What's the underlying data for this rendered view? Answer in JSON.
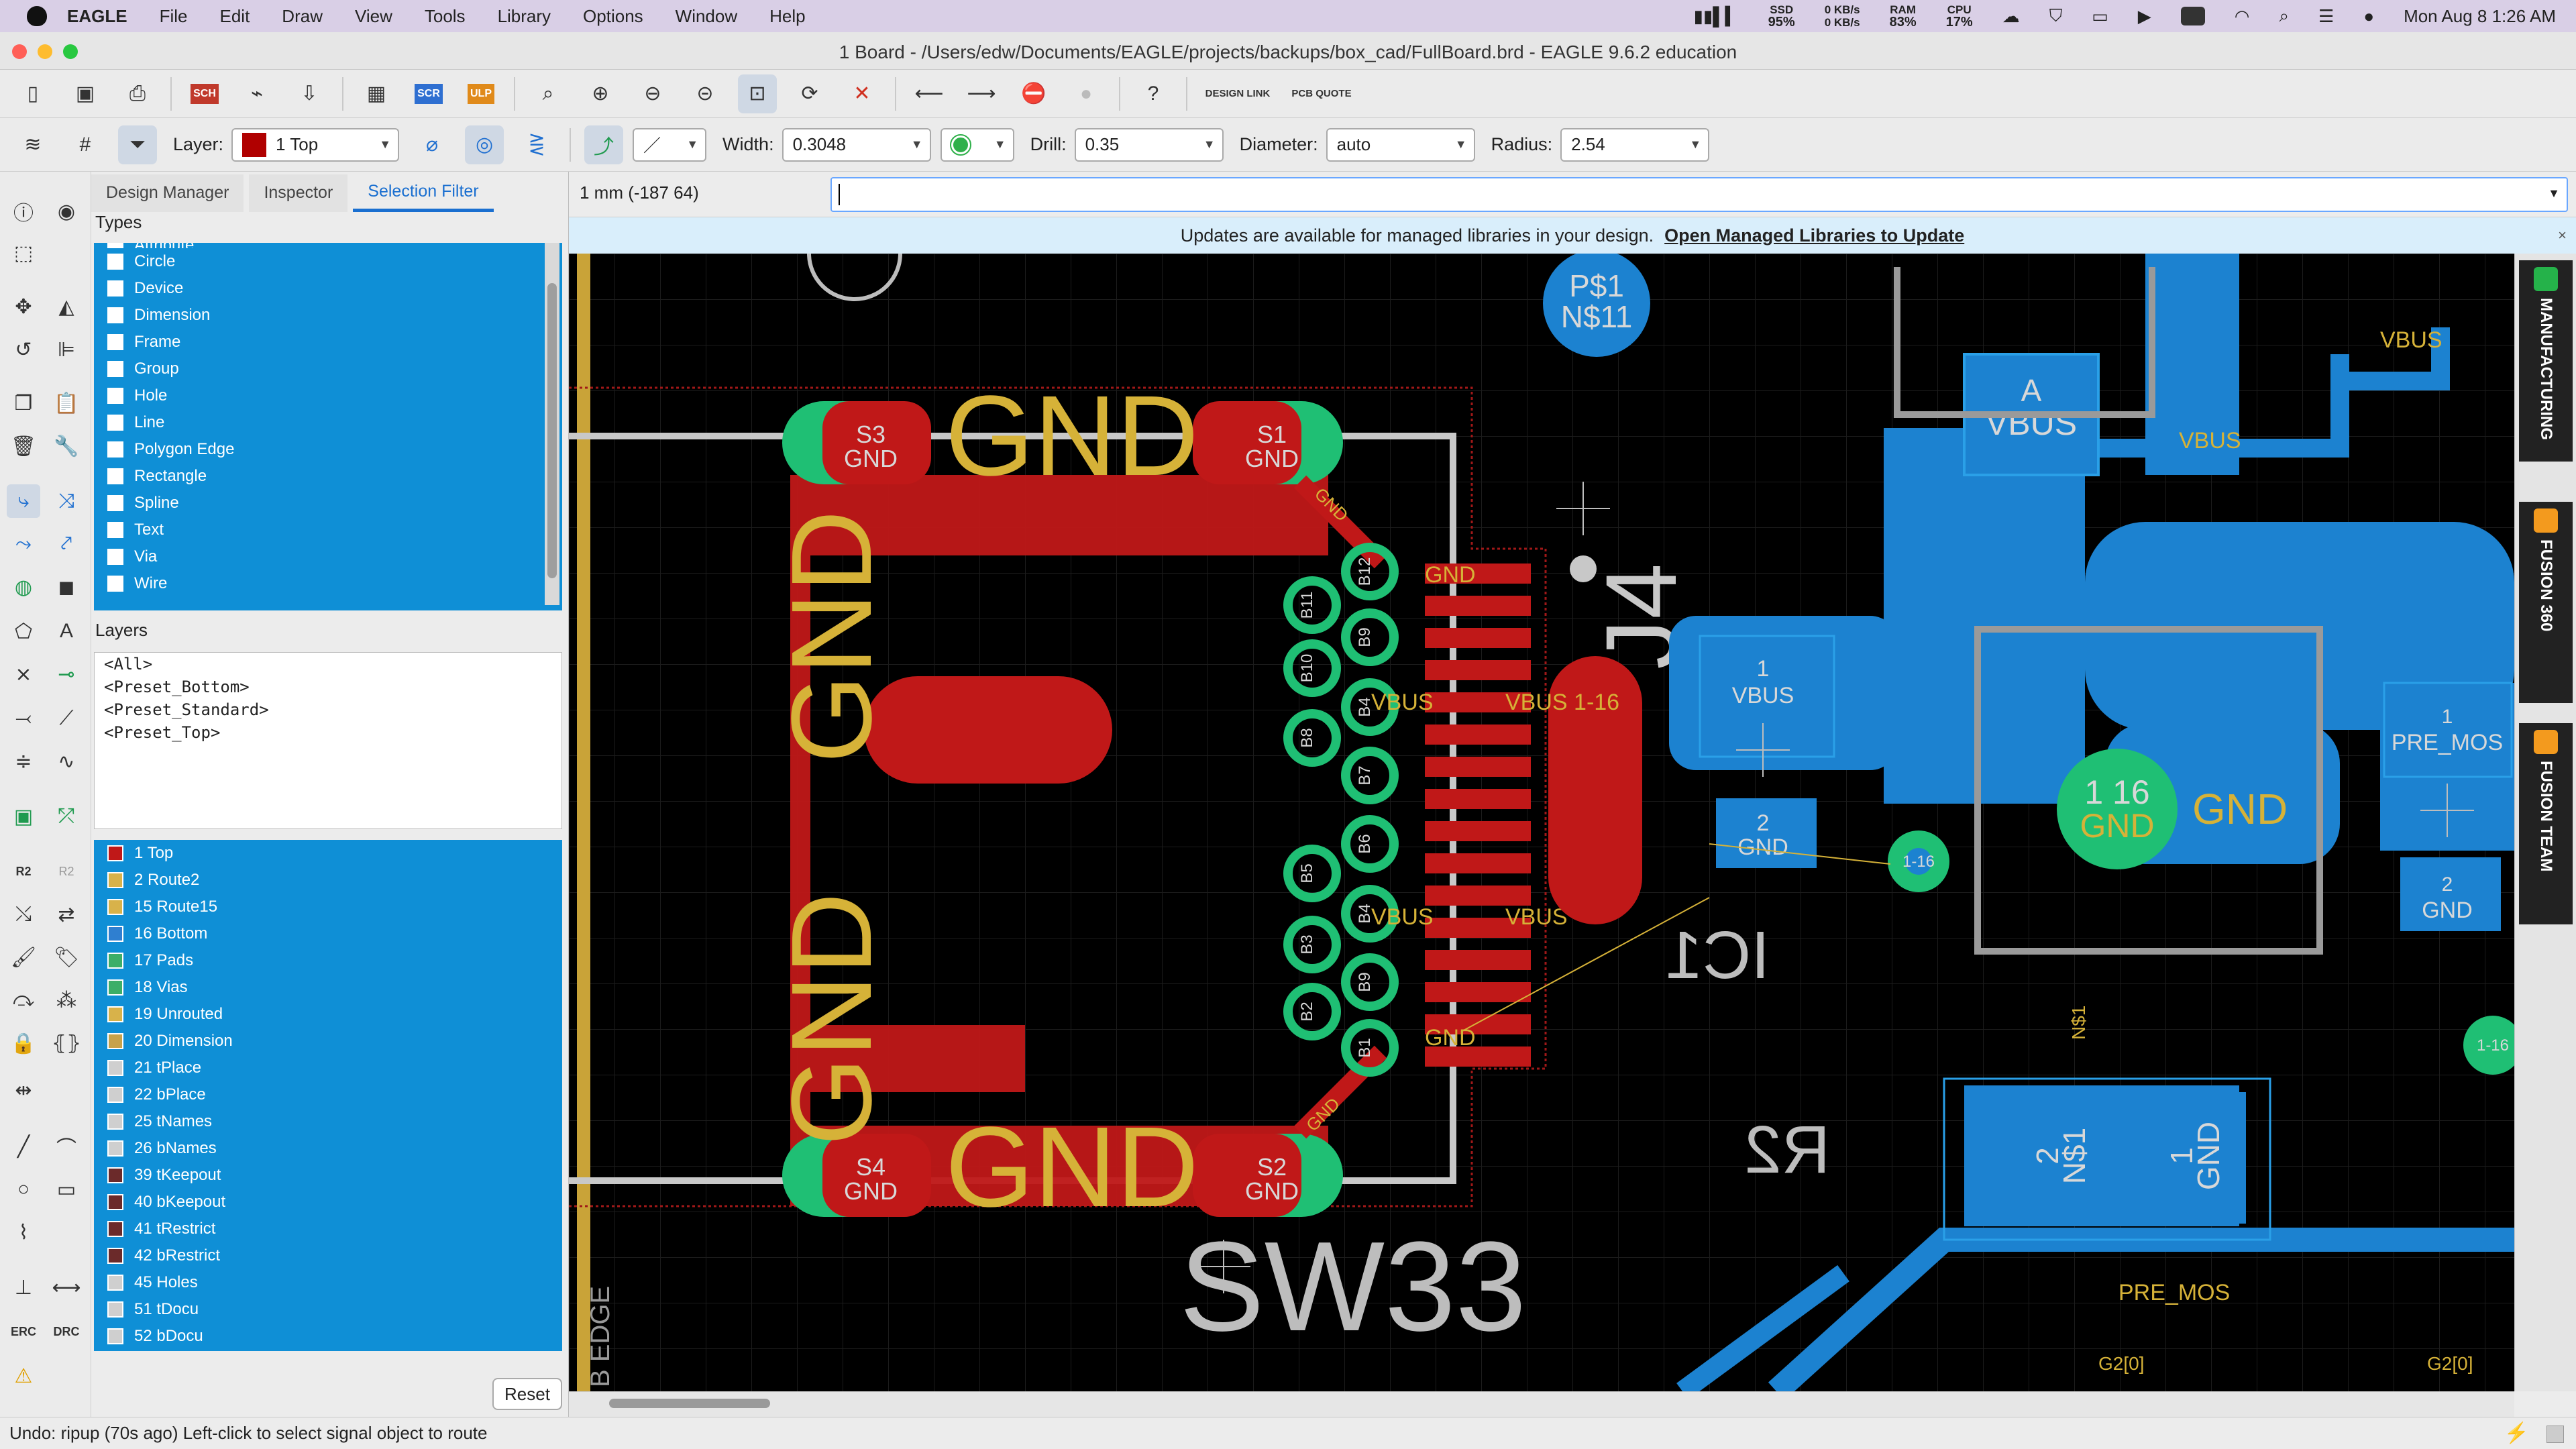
{
  "menubar": {
    "items": [
      "EAGLE",
      "File",
      "Edit",
      "Draw",
      "View",
      "Tools",
      "Library",
      "Options",
      "Window",
      "Help"
    ],
    "status": {
      "ssd_label": "SSD",
      "ssd_value": "95%",
      "net_up": "0 KB/s",
      "net_down": "0 KB/s",
      "ram_label": "RAM",
      "ram_value": "83%",
      "cpu_label": "CPU",
      "cpu_value": "17%",
      "clock": "Mon Aug 8  1:26 AM"
    }
  },
  "window": {
    "title": "1 Board - /Users/edw/Documents/EAGLE/projects/backups/box_cad/FullBoard.brd - EAGLE 9.6.2 education"
  },
  "toolbar1": {
    "design_link": "DESIGN LINK",
    "pcb_quote": "PCB QUOTE",
    "sch_label": "SCH",
    "scr_label": "SCR",
    "ulp_label": "ULP"
  },
  "toolbar2": {
    "layer_label": "Layer:",
    "layer_value": "1 Top",
    "layer_color": "#b00000",
    "width_label": "Width:",
    "width_value": "0.3048",
    "drill_label": "Drill:",
    "drill_value": "0.35",
    "diameter_label": "Diameter:",
    "diameter_value": "auto",
    "radius_label": "Radius:",
    "radius_value": "2.54"
  },
  "panel": {
    "tabs": [
      "Design Manager",
      "Inspector",
      "Selection Filter"
    ],
    "active_tab": "Selection Filter",
    "types_heading": "Types",
    "types": [
      "Attribute",
      "Circle",
      "Device",
      "Dimension",
      "Frame",
      "Group",
      "Hole",
      "Line",
      "Polygon Edge",
      "Rectangle",
      "Spline",
      "Text",
      "Via",
      "Wire"
    ],
    "layers_heading": "Layers",
    "presets": [
      "<All>",
      "<Preset_Bottom>",
      "<Preset_Standard>",
      "<Preset_Top>"
    ],
    "layers": [
      {
        "name": "1 Top",
        "color": "#c01818"
      },
      {
        "name": "2 Route2",
        "color": "#d8b24a"
      },
      {
        "name": "15 Route15",
        "color": "#d8b24a"
      },
      {
        "name": "16 Bottom",
        "color": "#2f7fd0"
      },
      {
        "name": "17 Pads",
        "color": "#3cae68"
      },
      {
        "name": "18 Vias",
        "color": "#3cae68"
      },
      {
        "name": "19 Unrouted",
        "color": "#d8b24a"
      },
      {
        "name": "20 Dimension",
        "color": "#c8a24a"
      },
      {
        "name": "21 tPlace",
        "color": "#cfcfcf"
      },
      {
        "name": "22 bPlace",
        "color": "#cfcfcf"
      },
      {
        "name": "25 tNames",
        "color": "#cfcfcf"
      },
      {
        "name": "26 bNames",
        "color": "#cfcfcf"
      },
      {
        "name": "39 tKeepout",
        "color": "#6b2a2a"
      },
      {
        "name": "40 bKeepout",
        "color": "#6b2a2a"
      },
      {
        "name": "41 tRestrict",
        "color": "#6b2a2a"
      },
      {
        "name": "42 bRestrict",
        "color": "#6b2a2a"
      },
      {
        "name": "45 Holes",
        "color": "#cfcfcf"
      },
      {
        "name": "51 tDocu",
        "color": "#cfcfcf"
      },
      {
        "name": "52 bDocu",
        "color": "#cfcfcf"
      }
    ],
    "reset_label": "Reset"
  },
  "command": {
    "coord": "1 mm (-187 64)",
    "value": ""
  },
  "notice": {
    "text": "Updates are available for managed libraries in your design.",
    "link": "Open Managed Libraries to Update"
  },
  "board": {
    "gnd": "GND",
    "vbus": "VBUS",
    "s3": "S3",
    "s1": "S1",
    "s4": "S4",
    "s2": "S2",
    "j4": "J4",
    "sw33": "SW33",
    "ic1": "IC1",
    "r2": "R2",
    "a": "A",
    "p1": "P$1",
    "n11": "N$11",
    "n1": "N$1",
    "vbus_net": "VBUS 1-16",
    "via_116": "1-16",
    "pre_mos": "PRE_MOS",
    "b_edge": "B EDGE",
    "g2_0": "G2[0]",
    "one": "1",
    "two": "2",
    "n116": "1 16",
    "pins_left": [
      "B11",
      "B10",
      "B8",
      "B5",
      "B3",
      "B2"
    ],
    "pins_right": [
      "B12",
      "B9",
      "B4",
      "B7",
      "B6",
      "B4",
      "B9",
      "B1"
    ]
  },
  "sidetabs": [
    "MANUFACTURING",
    "FUSION 360",
    "FUSION TEAM"
  ],
  "status": {
    "text": "Undo: ripup (70s ago) Left-click to select signal object to route"
  }
}
